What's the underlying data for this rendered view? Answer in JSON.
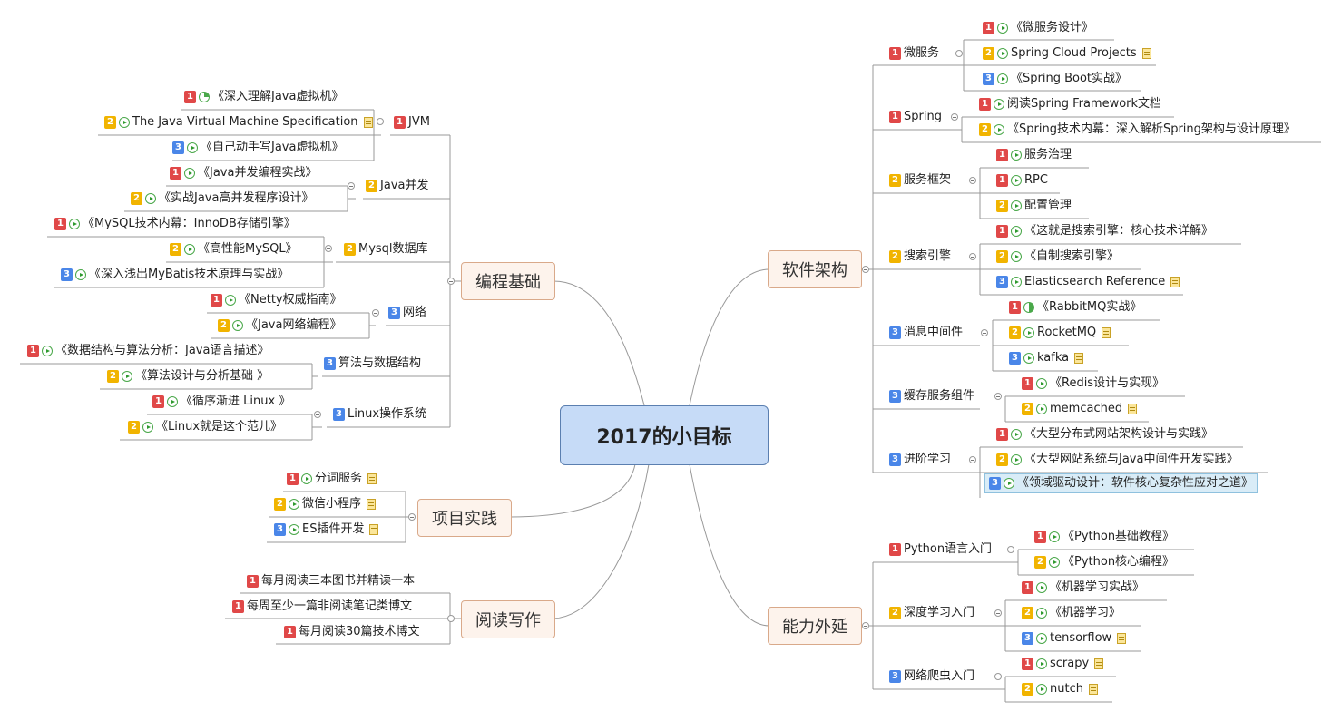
{
  "center": "2017的小目标",
  "main_topics": {
    "coding": "编程基础",
    "arch": "软件架构",
    "project": "项目实践",
    "reading": "阅读写作",
    "ext": "能力外延"
  },
  "coding": {
    "jvm": {
      "label": "JVM",
      "items": [
        "《深入理解Java虚拟机》",
        "The Java Virtual Machine Specification",
        "《自己动手写Java虚拟机》"
      ]
    },
    "concurrency": {
      "label": "Java并发",
      "items": [
        "《Java并发编程实战》",
        "《实战Java高并发程序设计》"
      ]
    },
    "mysql": {
      "label": "Mysql数据库",
      "items": [
        "《MySQL技术内幕：InnoDB存储引擎》",
        "《高性能MySQL》",
        "《深入浅出MyBatis技术原理与实战》"
      ]
    },
    "network": {
      "label": "网络",
      "items": [
        "《Netty权威指南》",
        "《Java网络编程》"
      ]
    },
    "algo": {
      "label": "算法与数据结构",
      "items": [
        "《数据结构与算法分析：Java语言描述》",
        "《算法设计与分析基础 》"
      ]
    },
    "linux": {
      "label": "Linux操作系统",
      "items": [
        "《循序渐进 Linux 》",
        "《Linux就是这个范儿》"
      ]
    }
  },
  "project": {
    "items": [
      "分词服务",
      "微信小程序",
      "ES插件开发"
    ]
  },
  "reading": {
    "items": [
      "每月阅读三本图书并精读一本",
      "每周至少一篇非阅读笔记类博文",
      "每月阅读30篇技术博文"
    ]
  },
  "arch": {
    "micro": {
      "label": "微服务",
      "items": [
        "《微服务设计》",
        "Spring Cloud Projects",
        "《Spring Boot实战》"
      ]
    },
    "spring": {
      "label": "Spring",
      "items": [
        "阅读Spring Framework文档",
        "《Spring技术内幕：深入解析Spring架构与设计原理》"
      ]
    },
    "framework": {
      "label": "服务框架",
      "items": [
        "服务治理",
        "RPC",
        "配置管理"
      ]
    },
    "search": {
      "label": "搜索引擎",
      "items": [
        "《这就是搜索引擎：核心技术详解》",
        "《自制搜索引擎》",
        "Elasticsearch Reference"
      ]
    },
    "mq": {
      "label": "消息中间件",
      "items": [
        "《RabbitMQ实战》",
        "RocketMQ",
        "kafka"
      ]
    },
    "cache": {
      "label": "缓存服务组件",
      "items": [
        "《Redis设计与实现》",
        "memcached"
      ]
    },
    "advanced": {
      "label": "进阶学习",
      "items": [
        "《大型分布式网站架构设计与实践》",
        "《大型网站系统与Java中间件开发实践》",
        "《领域驱动设计：软件核心复杂性应对之道》"
      ]
    }
  },
  "ext": {
    "python": {
      "label": "Python语言入门",
      "items": [
        "《Python基础教程》",
        "《Python核心编程》"
      ]
    },
    "dl": {
      "label": "深度学习入门",
      "items": [
        "《机器学习实战》",
        "《机器学习》",
        "tensorflow"
      ]
    },
    "crawler": {
      "label": "网络爬虫入门",
      "items": [
        "scrapy",
        "nutch"
      ]
    }
  },
  "colors": {
    "center_fill": "#c6dbf7",
    "topic_fill": "#fdf3ec",
    "priority_1": "#e04848",
    "priority_2": "#f1b400",
    "priority_3": "#4a86e8",
    "task": "#4aa84a"
  }
}
